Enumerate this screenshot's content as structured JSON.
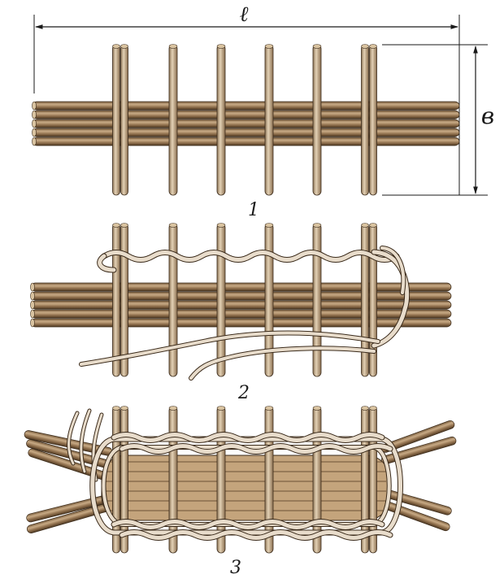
{
  "dimensions": {
    "length_label": "ℓ",
    "width_label": "в"
  },
  "steps": [
    {
      "label": "1"
    },
    {
      "label": "2"
    },
    {
      "label": "3"
    }
  ],
  "colors": {
    "rod_dark": "#6b5236",
    "rod_mid": "#a88a66",
    "rod_light": "#d9c3a0",
    "weaver_light": "#e8dccb",
    "outline": "#3a2a1a",
    "ink": "#1a1a1a"
  }
}
